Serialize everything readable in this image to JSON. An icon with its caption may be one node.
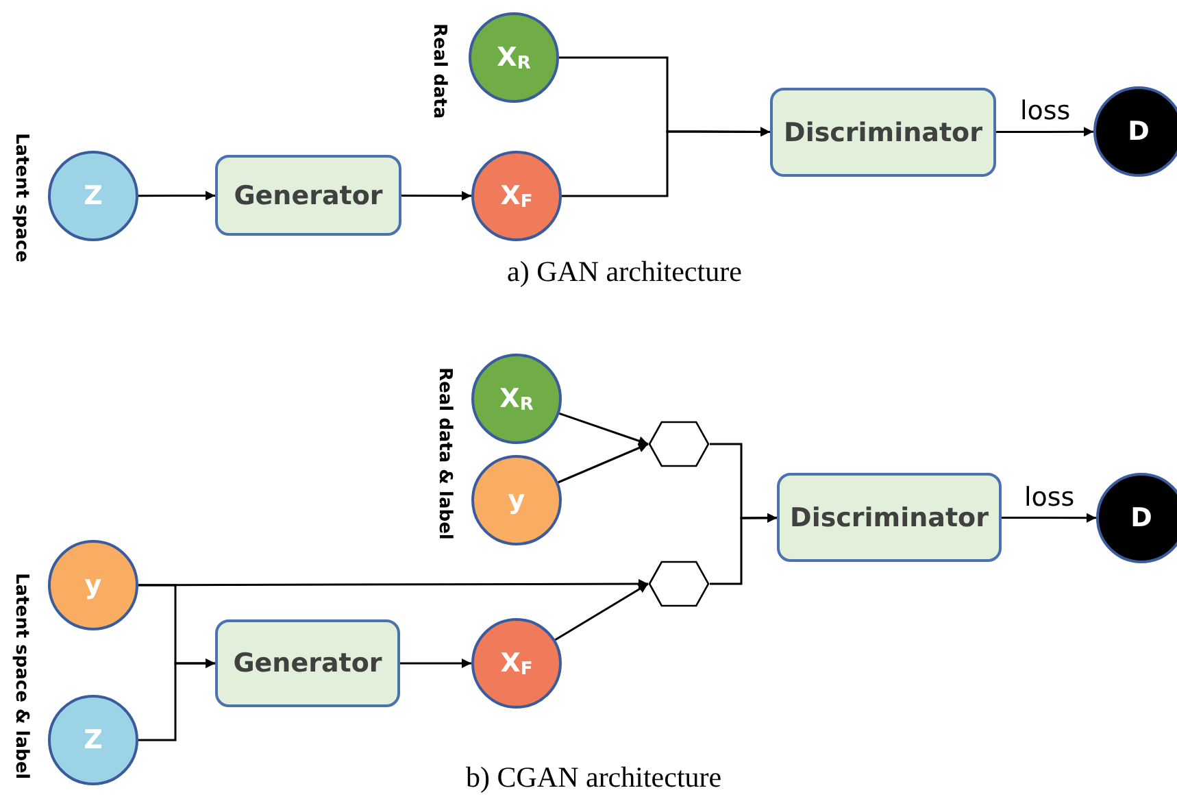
{
  "diagram": {
    "nodes": [
      {
        "text": [
          "Z"
        ],
        "beside": [
          "Latent space"
        ]
      },
      {
        "text": [
          "Generator"
        ]
      },
      {
        "text": [
          "X$_{F}$"
        ]
      },
      {
        "text": [
          "X$_{R}$"
        ],
        "beside": [
          "Real data"
        ]
      },
      {
        "text": [
          "Discriminator"
        ]
      },
      {
        "text": [
          "D"
        ]
      },
      {
        "text": [
          "X$_{R}$"
        ],
        "beside": [
          "Real data & label"
        ]
      },
      {
        "text": [
          "y"
        ]
      },
      {
        "text": [
          "y"
        ],
        "beside": [
          "Latent space & label"
        ]
      },
      {
        "text": [
          "Z"
        ]
      },
      {
        "text": [
          "Generator"
        ]
      },
      {
        "text": [
          "X$_{F}$"
        ]
      },
      {
        "text": [],
        "shape": "hexagon"
      },
      {
        "text": [],
        "shape": "hexagon"
      },
      {
        "text": [
          "Discriminator"
        ]
      },
      {
        "text": [
          "D"
        ]
      }
    ],
    "edges": [
      {
        "from": 0,
        "to": 1,
        "arrow": "to"
      },
      {
        "from": 1,
        "to": 2,
        "arrow": "to"
      },
      {
        "from": 3,
        "to": 4,
        "arrow": "to"
      },
      {
        "from": 2,
        "to": 4,
        "arrow": "to"
      },
      {
        "from": 4,
        "to": 5,
        "arrow": "to",
        "label": "loss"
      },
      {
        "from": 6,
        "to": 12,
        "arrow": "to"
      },
      {
        "from": 7,
        "to": 12,
        "arrow": "to"
      },
      {
        "from": 8,
        "to": 13,
        "arrow": "to"
      },
      {
        "from": 8,
        "to": 10,
        "arrow": "to"
      },
      {
        "from": 9,
        "to": 10,
        "arrow": "to"
      },
      {
        "from": 10,
        "to": 11,
        "arrow": "to"
      },
      {
        "from": 11,
        "to": 13,
        "arrow": "to"
      },
      {
        "from": 12,
        "to": 14,
        "arrow": "to"
      },
      {
        "from": 13,
        "to": 14,
        "arrow": "to"
      },
      {
        "from": 14,
        "to": 15,
        "arrow": "to",
        "label": "loss"
      }
    ],
    "labels": [
      "a) GAN architecture",
      "b) CGAN architecture"
    ]
  }
}
